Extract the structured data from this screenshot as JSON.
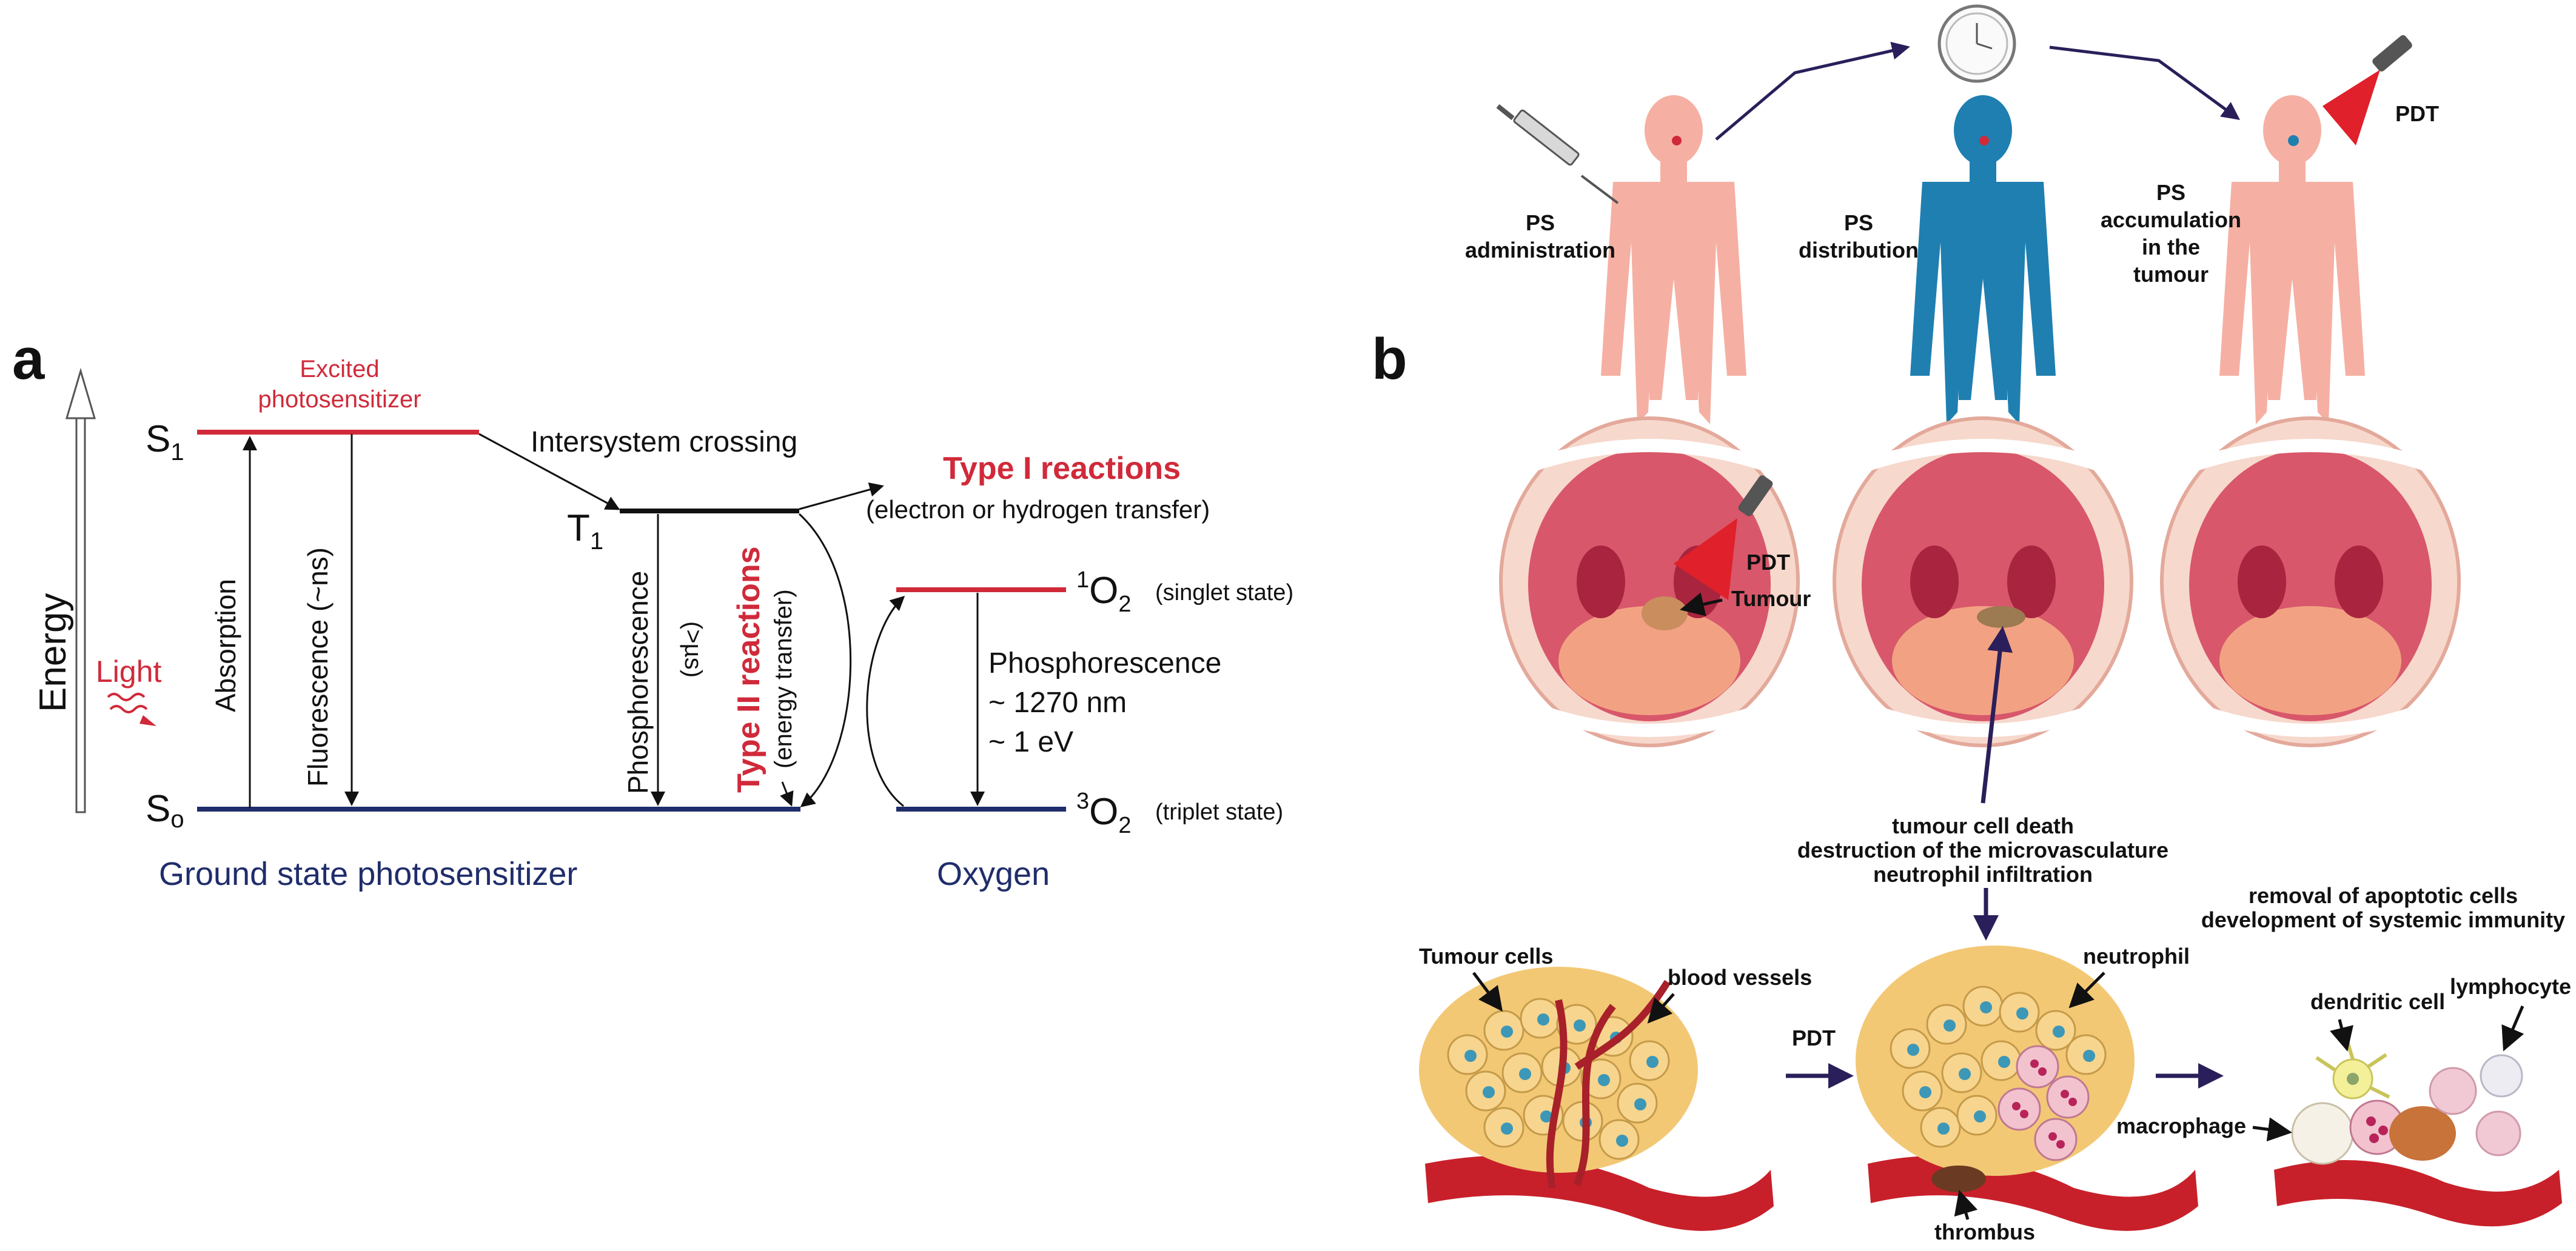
{
  "panel_a": {
    "letter": "a",
    "energy_label": "Energy",
    "light_label": "Light",
    "s1": "S",
    "s1_sub": "1",
    "s0": "S",
    "s0_sub": "o",
    "t1": "T",
    "t1_sub": "1",
    "excited_line1": "Excited",
    "excited_line2": "photosensitizer",
    "intersystem": "Intersystem crossing",
    "type1_title": "Type I reactions",
    "type1_sub": "(electron or hydrogen transfer)",
    "absorption": "Absorption",
    "fluorescence": "Fluorescence (~ns)",
    "phosphorescence_t1": "Phosphorescence",
    "phosphorescence_t1_time": "(>µs)",
    "type2_title": "Type II reactions",
    "type2_sub": "(energy transfer)",
    "singlet_sup": "1",
    "singlet_o": "O",
    "singlet_sub": "2",
    "singlet_state": "(singlet state)",
    "triplet_sup": "3",
    "triplet_o": "O",
    "triplet_sub": "2",
    "triplet_state": "(triplet state)",
    "phos_o2_line1": "Phosphorescence",
    "phos_o2_line2": "~ 1270 nm",
    "phos_o2_line3": "~ 1 eV",
    "ground_state": "Ground state photosensitizer",
    "oxygen": "Oxygen",
    "colors": {
      "red": "#d02a3a",
      "navy": "#1f2d6b",
      "black": "#111111"
    }
  },
  "panel_b": {
    "letter": "b",
    "ps_admin_1": "PS",
    "ps_admin_2": "administration",
    "ps_dist_1": "PS",
    "ps_dist_2": "distribution",
    "ps_acc_1": "PS",
    "ps_acc_2": "accumulation",
    "ps_acc_3": "in the",
    "ps_acc_4": "tumour",
    "pdt_top": "PDT",
    "pdt_mouth": "PDT",
    "tumour": "Tumour",
    "effects_1": "tumour cell death",
    "effects_2": "destruction of the microvasculature",
    "effects_3": "neutrophil infiltration",
    "immune_1": "removal of apoptotic cells",
    "immune_2": "development of systemic immunity",
    "tumour_cells": "Tumour cells",
    "blood_vessels": "blood vessels",
    "pdt_cells": "PDT",
    "neutrophil": "neutrophil",
    "dendritic": "dendritic cell",
    "lymphocyte": "lymphocyte",
    "macrophage": "macrophage",
    "thrombus": "thrombus",
    "colors": {
      "body_pink": "#f5b0a3",
      "body_blue": "#1f7fb0",
      "arrow_navy": "#2a1f5a",
      "laser_red": "#e0202a"
    }
  }
}
